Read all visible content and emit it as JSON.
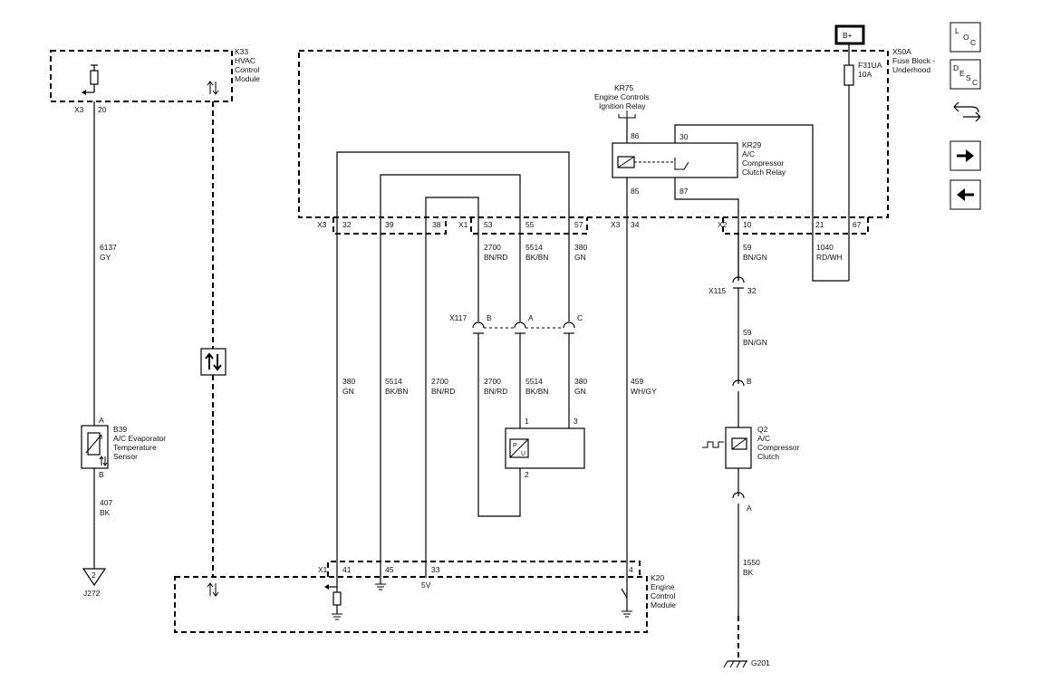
{
  "nav": {
    "loc": {
      "l": "L",
      "o": "O",
      "c": "C"
    },
    "desc": {
      "d": "D",
      "e": "E",
      "s": "S",
      "c": "C"
    }
  },
  "supply": {
    "label": "B+"
  },
  "modules": {
    "k33": {
      "id": "K33",
      "l1": "HVAC",
      "l2": "Control",
      "l3": "Module",
      "conn": "X3",
      "pin": "20"
    },
    "x50a": {
      "id": "X50A",
      "l1": "Fuse Block -",
      "l2": "Underhood"
    },
    "k20": {
      "id": "K20",
      "l1": "Engine",
      "l2": "Control",
      "l3": "Module"
    }
  },
  "fuse": {
    "id": "F31UA",
    "rating": "10A"
  },
  "kr75": {
    "id": "KR75",
    "l1": "Engine Controls",
    "l2": "Ignition Relay",
    "pin": "86",
    "pin2": "85"
  },
  "kr29": {
    "id": "KR29",
    "l1": "A/C",
    "l2": "Compressor",
    "l3": "Clutch Relay",
    "p30": "30",
    "p87": "87"
  },
  "conn_x3_top": {
    "name": "X3",
    "pins": [
      "32",
      "39",
      "38"
    ]
  },
  "conn_x1_top": {
    "name": "X1",
    "pins": [
      "53",
      "55",
      "57"
    ]
  },
  "conn_x3b_top": {
    "name": "X3",
    "pin": "34"
  },
  "conn_x2_top": {
    "name": "X2",
    "pins": [
      "10",
      "21",
      "67"
    ]
  },
  "x117": {
    "name": "X117",
    "pins": [
      "B",
      "A",
      "C"
    ]
  },
  "x115": {
    "name": "X115",
    "pin": "32"
  },
  "b39": {
    "id": "B39",
    "l1": "A/C Evaporator",
    "l2": "Temperature",
    "l3": "Sensor",
    "pa": "A",
    "pb": "B"
  },
  "pu": {
    "p1": "1",
    "p2": "2",
    "p3": "3"
  },
  "q2": {
    "id": "Q2",
    "l1": "A/C",
    "l2": "Compressor",
    "l3": "Clutch",
    "pb": "B",
    "pa": "A"
  },
  "k20conn": {
    "name": "X1",
    "pins": [
      "41",
      "45",
      "33",
      "4"
    ],
    "v": "5V"
  },
  "wires": {
    "w6137": {
      "c": "6137",
      "col": "GY"
    },
    "w407": {
      "c": "407",
      "col": "BK"
    },
    "w2700a": {
      "c": "2700",
      "col": "BN/RD"
    },
    "w5514a": {
      "c": "5514",
      "col": "BK/BN"
    },
    "w380a": {
      "c": "380",
      "col": "GN"
    },
    "w380b": {
      "c": "380",
      "col": "GN"
    },
    "w5514b": {
      "c": "5514",
      "col": "BK/BN"
    },
    "w2700b": {
      "c": "2700",
      "col": "BN/RD"
    },
    "w2700c": {
      "c": "2700",
      "col": "BN/RD"
    },
    "w5514c": {
      "c": "5514",
      "col": "BK/BN"
    },
    "w380c": {
      "c": "380",
      "col": "GN"
    },
    "w459": {
      "c": "459",
      "col": "WH/GY"
    },
    "w59a": {
      "c": "59",
      "col": "BN/GN"
    },
    "w59b": {
      "c": "59",
      "col": "BN/GN"
    },
    "w1040": {
      "c": "1040",
      "col": "RD/WH"
    },
    "w1550": {
      "c": "1550",
      "col": "BK"
    }
  },
  "grounds": {
    "j272": "J272",
    "j272pin": "2",
    "g201": "G201"
  }
}
